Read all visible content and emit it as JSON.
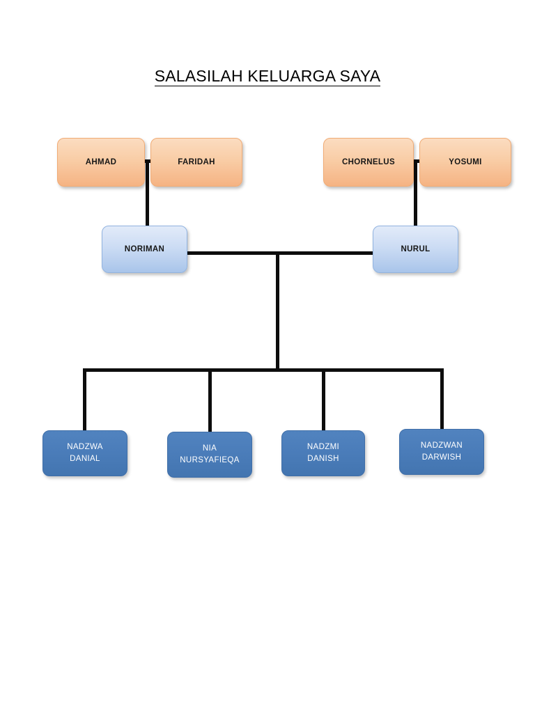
{
  "document": {
    "title": "SALASILAH KELUARGA SAYA",
    "background_color": "#ffffff",
    "line_color": "#0d0d0d"
  },
  "palette": {
    "grandparent_fill_top": "#fbdcc0",
    "grandparent_fill_bottom": "#f5b383",
    "grandparent_border": "#f0ab75",
    "parent_fill_top": "#e2ebf9",
    "parent_fill_bottom": "#a9c5ea",
    "parent_border": "#91b3e0",
    "child_fill": "#4a7cb9",
    "child_border": "#3f6ea8",
    "child_text": "#ffffff",
    "text_dark": "#171717"
  },
  "chart_data": {
    "type": "diagram",
    "subtype": "family-tree",
    "title": "SALASILAH KELUARGA SAYA",
    "generations": [
      {
        "level": 1,
        "role": "grandparents",
        "members": [
          "AHMAD",
          "FARIDAH",
          "CHORNELUS",
          "YOSUMI"
        ]
      },
      {
        "level": 2,
        "role": "parents",
        "members": [
          "NORIMAN",
          "NURUL"
        ]
      },
      {
        "level": 3,
        "role": "children",
        "members": [
          "NADZWA DANIAL",
          "NIA NURSYAFIEQA",
          "NADZMI DANISH",
          "NADZWAN DARWISH"
        ]
      }
    ],
    "unions": [
      {
        "partners": [
          "AHMAD",
          "FARIDAH"
        ],
        "children": [
          "NORIMAN"
        ]
      },
      {
        "partners": [
          "CHORNELUS",
          "YOSUMI"
        ],
        "children": [
          "NURUL"
        ]
      },
      {
        "partners": [
          "NORIMAN",
          "NURUL"
        ],
        "children": [
          "NADZWA DANIAL",
          "NIA NURSYAFIEQA",
          "NADZMI DANISH",
          "NADZWAN DARWISH"
        ]
      }
    ]
  },
  "nodes": {
    "grandparents": [
      {
        "id": "ahmad",
        "label": "AHMAD"
      },
      {
        "id": "faridah",
        "label": "FARIDAH"
      },
      {
        "id": "chornelus",
        "label": "CHORNELUS"
      },
      {
        "id": "yosumi",
        "label": "YOSUMI"
      }
    ],
    "parents": [
      {
        "id": "noriman",
        "label": "NORIMAN"
      },
      {
        "id": "nurul",
        "label": "NURUL"
      }
    ],
    "children": [
      {
        "id": "nadzwa-danial",
        "label": "NADZWA\nDANIAL"
      },
      {
        "id": "nia-nursyafieqa",
        "label": "NIA\nNURSYAFIEQA"
      },
      {
        "id": "nadzmi-danish",
        "label": "NADZMI\nDANISH"
      },
      {
        "id": "nadzwan-darwish",
        "label": "NADZWAN\nDARWISH"
      }
    ]
  }
}
